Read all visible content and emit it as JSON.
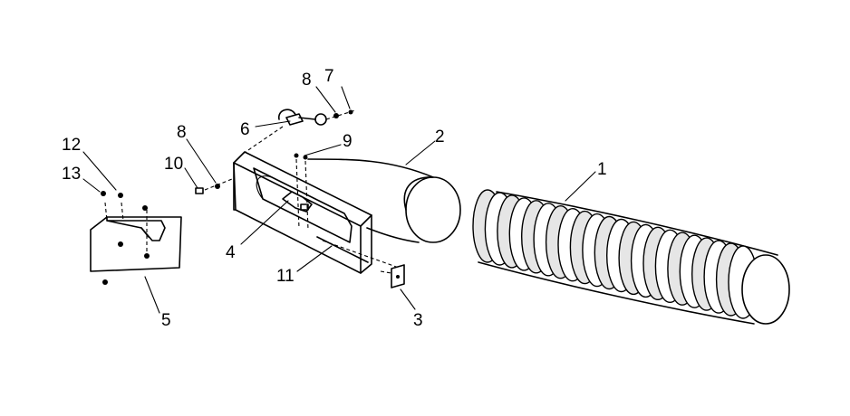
{
  "callouts": [
    {
      "id": "c1",
      "label": "1",
      "part": "flexible-duct-hose"
    },
    {
      "id": "c2",
      "label": "2",
      "part": "exhaust-adapter"
    },
    {
      "id": "c3",
      "label": "3",
      "part": "small-bracket"
    },
    {
      "id": "c4",
      "label": "4",
      "part": "adapter-clip"
    },
    {
      "id": "c5",
      "label": "5",
      "part": "window-bracket-plate"
    },
    {
      "id": "c6",
      "label": "6",
      "part": "hook-latch"
    },
    {
      "id": "c7",
      "label": "7",
      "part": "screw"
    },
    {
      "id": "c8a",
      "label": "8",
      "part": "washer-top"
    },
    {
      "id": "c8b",
      "label": "8",
      "part": "washer-left"
    },
    {
      "id": "c9",
      "label": "9",
      "part": "screw-center"
    },
    {
      "id": "c10",
      "label": "10",
      "part": "screw-left"
    },
    {
      "id": "c11",
      "label": "11",
      "part": "lower-channel"
    },
    {
      "id": "c12",
      "label": "12",
      "part": "screw-plate-right"
    },
    {
      "id": "c13",
      "label": "13",
      "part": "screw-plate-left"
    }
  ]
}
